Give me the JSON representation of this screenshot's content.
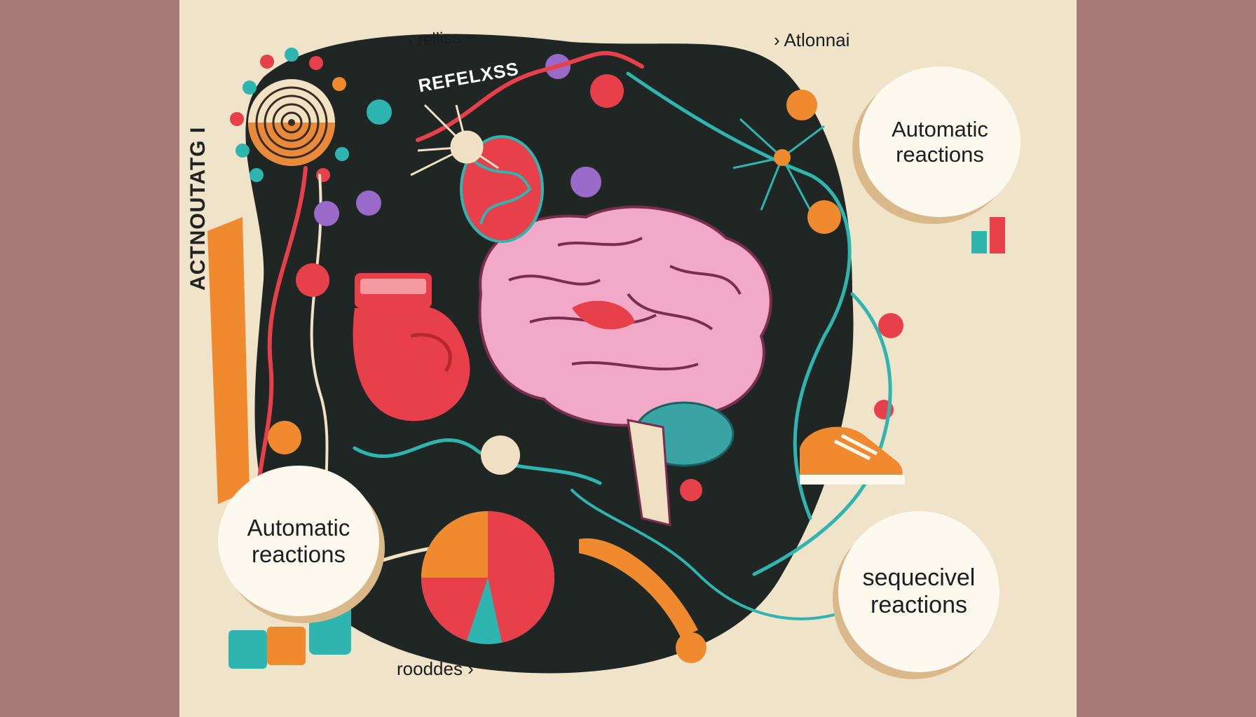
{
  "labels": {
    "top_left_small": "› relliss ‒",
    "top_right_small": "› Atlonnai",
    "refelxss": "REFELXSS",
    "bottom_small": "rooddes ›",
    "vertical_banner": "ACTNOUTATG I"
  },
  "bubbles": {
    "top_right": {
      "line1": "Automatic",
      "line2": "reactions"
    },
    "left": {
      "line1": "Automatic",
      "line2": "reactions"
    },
    "bottom_right": {
      "line1": "sequecivel",
      "line2": "reactions"
    }
  },
  "colors": {
    "side_panel": "#a57a78",
    "background": "#efe3c9",
    "blob": "#1f2623",
    "brain": "#f2a9c8",
    "glove": "#e8404a",
    "teal": "#2fb5b0",
    "orange": "#ef8a2f"
  },
  "icons": [
    "brain-icon",
    "boxing-glove-icon",
    "sneaker-icon",
    "pie-chart-icon",
    "neuron-icon",
    "spiral-target-icon"
  ]
}
